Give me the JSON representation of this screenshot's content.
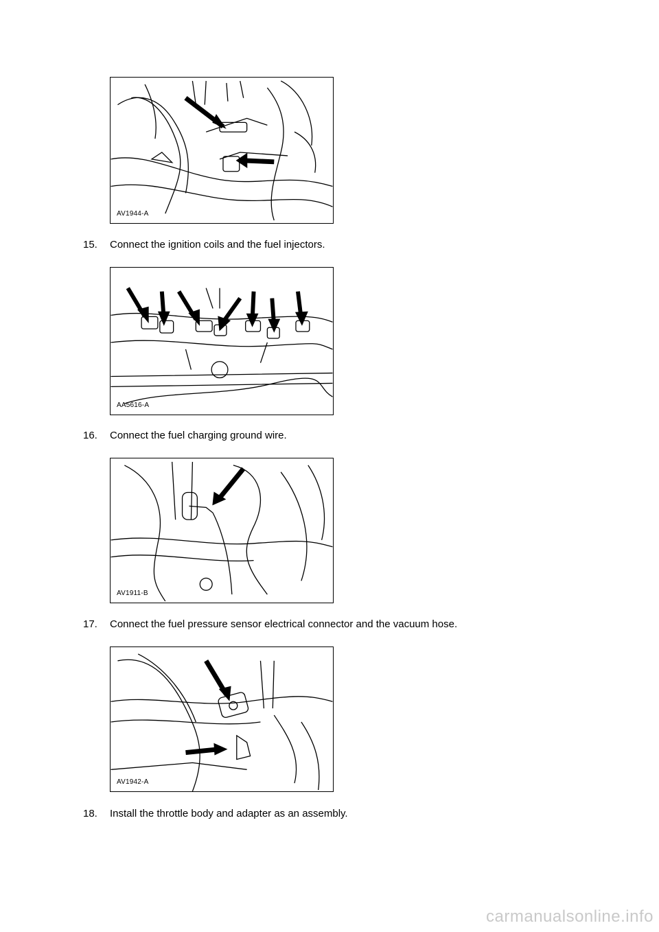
{
  "figures": [
    {
      "label": "AV1944-A",
      "description": "engine-fuel-lines"
    },
    {
      "label": "AA5616-A",
      "description": "ignition-coils-injectors"
    },
    {
      "label": "AV1911-B",
      "description": "fuel-charging-ground-wire"
    },
    {
      "label": "AV1942-A",
      "description": "fuel-pressure-sensor"
    }
  ],
  "steps": [
    {
      "number": "15.",
      "text": "Connect the ignition coils and the fuel injectors."
    },
    {
      "number": "16.",
      "text": "Connect the fuel charging ground wire."
    },
    {
      "number": "17.",
      "text": "Connect the fuel pressure sensor electrical connector and the vacuum hose."
    },
    {
      "number": "18.",
      "text": "Install the throttle body and adapter as an assembly."
    }
  ],
  "footer": {
    "watermark": "carmanualsonline.info"
  }
}
